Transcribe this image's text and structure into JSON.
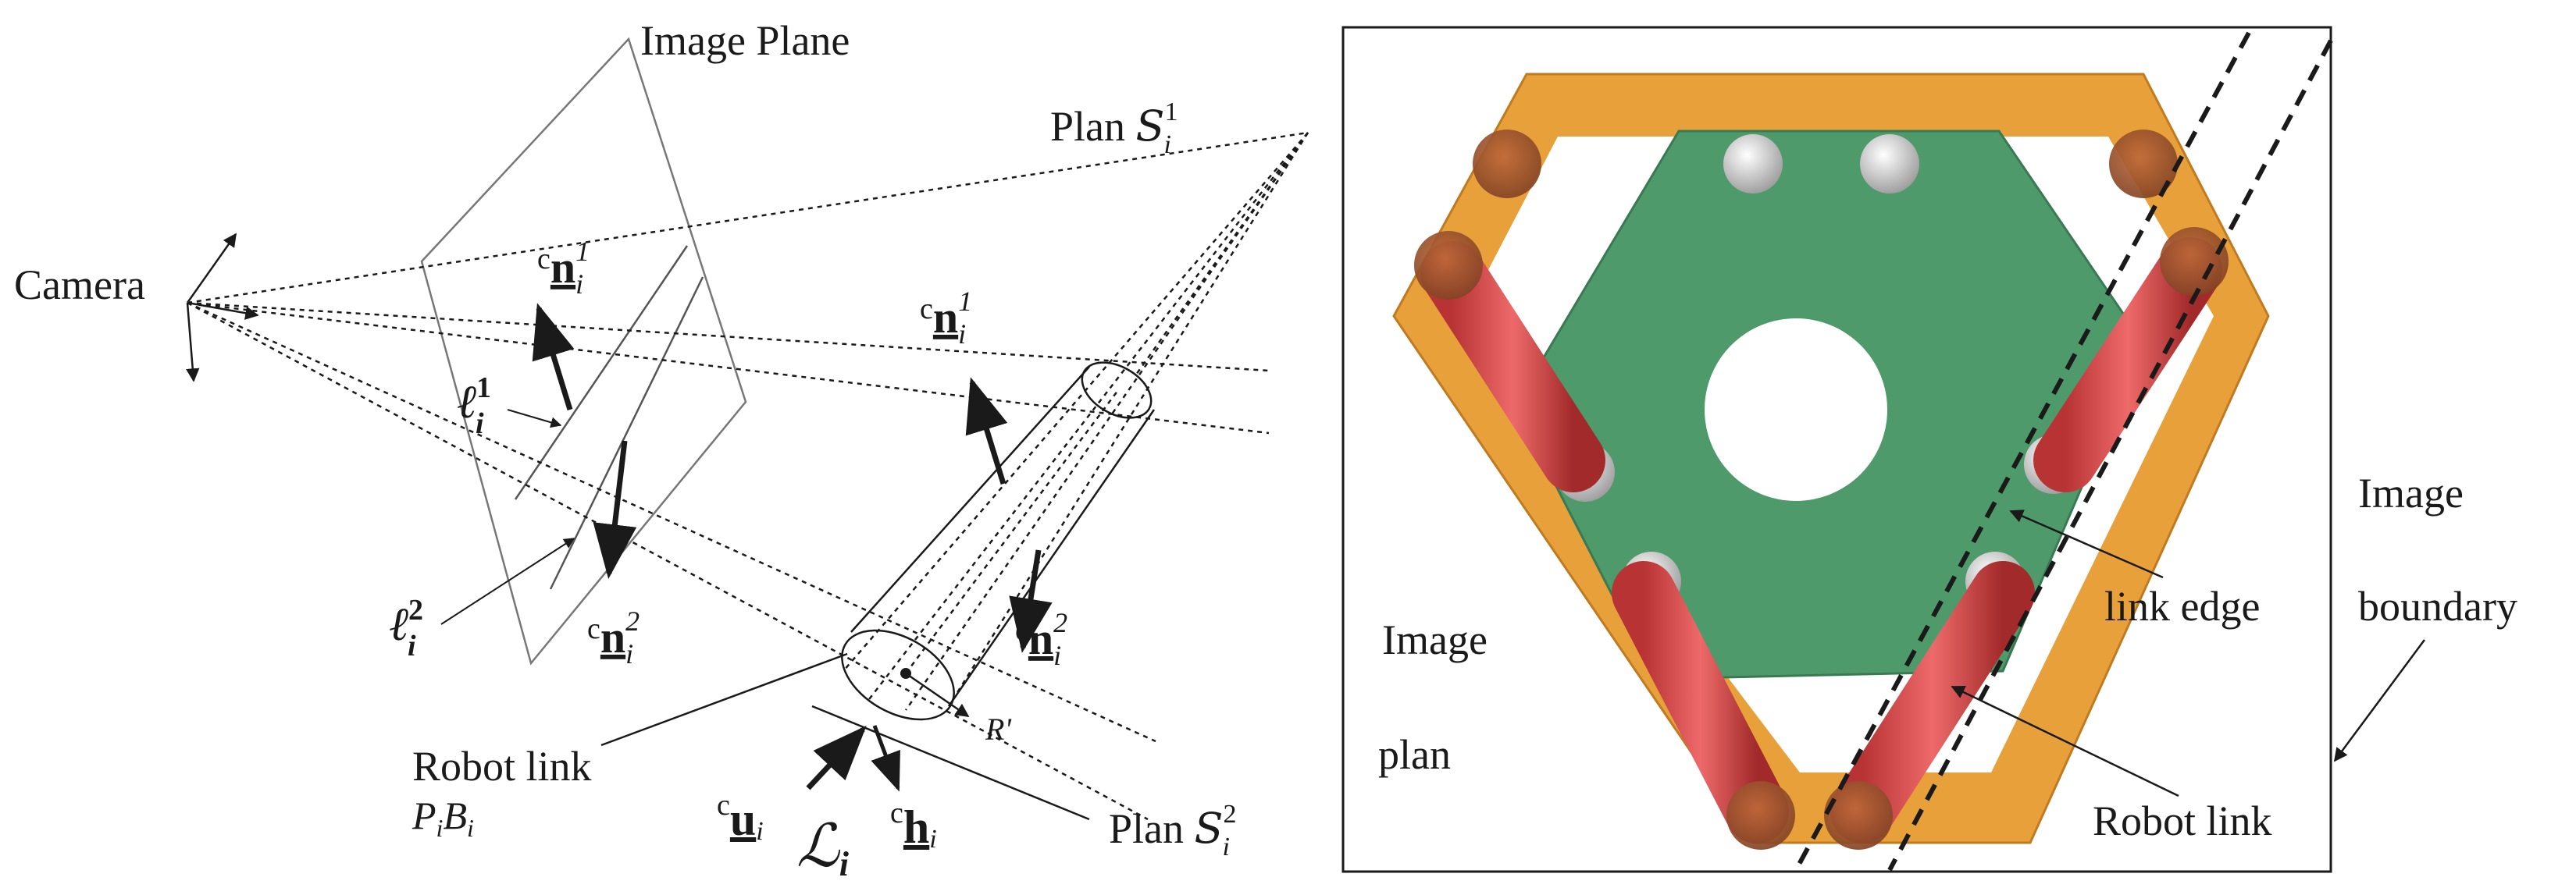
{
  "left_figure": {
    "image_plane_label": "Image Plane",
    "camera_label": "Camera",
    "plan_s1": {
      "prefix": "Plan ",
      "sym": "S",
      "sup": "1",
      "sub": "i"
    },
    "plan_s2": {
      "prefix": "Plan ",
      "sym": "S",
      "sup": "2",
      "sub": "i"
    },
    "n1_image": {
      "pre": "c",
      "sym": "n",
      "sup": "1",
      "sub": "i"
    },
    "n1_space": {
      "pre": "c",
      "sym": "n",
      "sup": "1",
      "sub": "i"
    },
    "n2_image": {
      "pre": "c",
      "sym": "n",
      "sup": "2",
      "sub": "i"
    },
    "n2_space": {
      "pre": "c",
      "sym": "n",
      "sup": "2",
      "sub": "i"
    },
    "l1": {
      "sym": "ℓ",
      "sup": "1",
      "sub": "i"
    },
    "l2": {
      "sym": "ℓ",
      "sup": "2",
      "sub": "i"
    },
    "robot_link_label": "Robot link",
    "robot_link_sub": {
      "a": "P",
      "ai": "i",
      "b": "B",
      "bi": "i"
    },
    "radius_label": "R'",
    "u_vec": {
      "pre": "c",
      "sym": "u",
      "sub": "i"
    },
    "h_vec": {
      "pre": "c",
      "sym": "h",
      "sub": "i"
    },
    "L_sym": {
      "sym": "ℒ",
      "sub": "i"
    }
  },
  "right_figure": {
    "image_boundary_label_1": "Image",
    "image_boundary_label_2": "boundary",
    "image_plan_label_1": "Image",
    "image_plan_label_2": "plan",
    "link_edge_label": "link edge",
    "robot_link_label": "Robot link",
    "colors": {
      "frame": "#e8a13a",
      "platform": "#4f9a6a",
      "link": "#e04e4e",
      "joint": "#d8d8d8"
    }
  }
}
